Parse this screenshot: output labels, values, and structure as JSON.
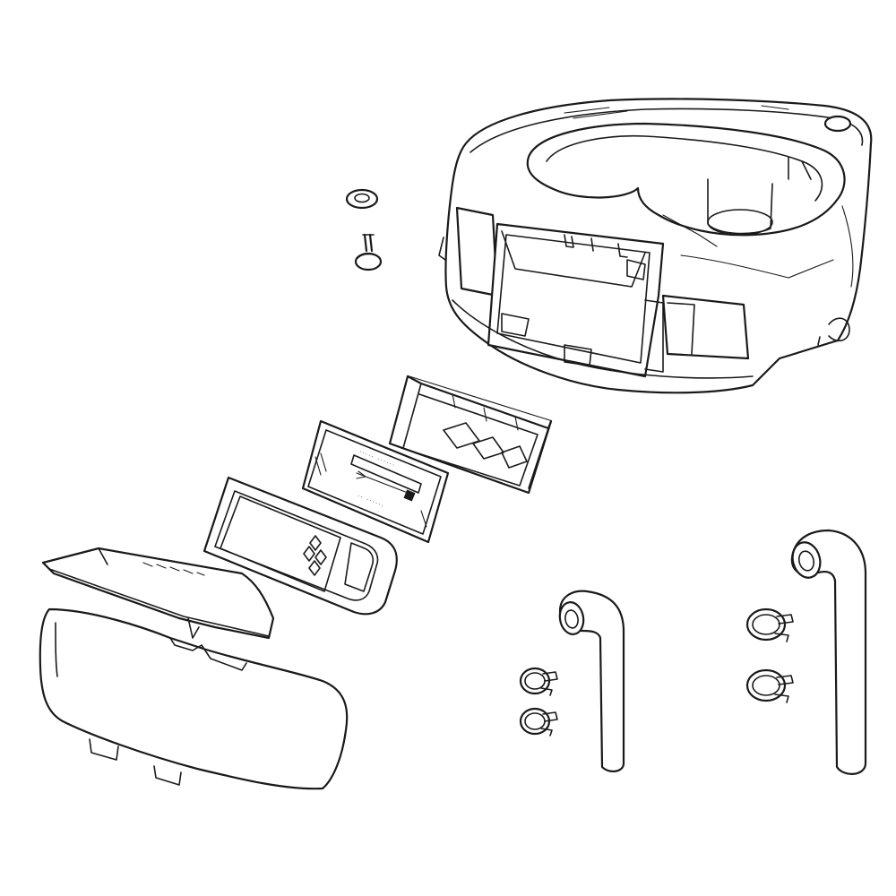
{
  "diagram": {
    "parts": [
      {
        "name": "dispenser-housing"
      },
      {
        "name": "washer"
      },
      {
        "name": "push-pin"
      },
      {
        "name": "inner-frame"
      },
      {
        "name": "label-plate"
      },
      {
        "name": "trim-bezel"
      },
      {
        "name": "cover-lid"
      },
      {
        "name": "dispenser-drawer"
      },
      {
        "name": "small-hose"
      },
      {
        "name": "large-hose"
      },
      {
        "name": "hose-clamps"
      }
    ],
    "colors": {
      "line": "#1a1a1a",
      "fill": "#ffffff"
    }
  }
}
